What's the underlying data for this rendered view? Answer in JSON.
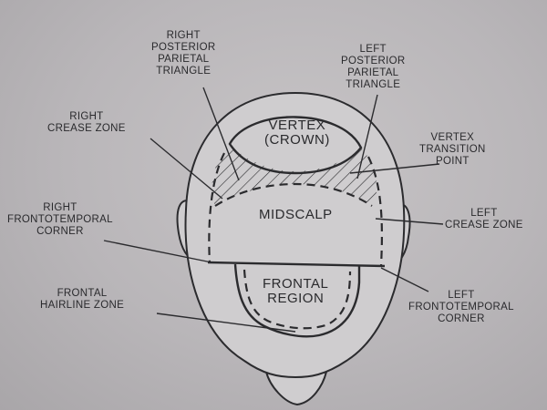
{
  "diagram": {
    "regions": {
      "vertex": "VERTEX",
      "vertex_sub": "(CROWN)",
      "midscalp": "MIDSCALP",
      "frontal_line1": "FRONTAL",
      "frontal_line2": "REGION"
    },
    "callouts": {
      "right_posterior_parietal_triangle": [
        "RIGHT",
        "POSTERIOR",
        "PARIETAL",
        "TRIANGLE"
      ],
      "left_posterior_parietal_triangle": [
        "LEFT",
        "POSTERIOR",
        "PARIETAL",
        "TRIANGLE"
      ],
      "right_crease_zone": [
        "RIGHT",
        "CREASE ZONE"
      ],
      "vertex_transition_point": [
        "VERTEX",
        "TRANSITION",
        "POINT"
      ],
      "left_crease_zone": [
        "LEFT",
        "CREASE ZONE"
      ],
      "right_frontotemporal_corner": [
        "RIGHT",
        "FRONTOTEMPORAL",
        "CORNER"
      ],
      "frontal_hairline_zone": [
        "FRONTAL",
        "HAIRLINE ZONE"
      ],
      "left_frontotemporal_corner": [
        "LEFT",
        "FRONTOTEMPORAL",
        "CORNER"
      ]
    }
  }
}
